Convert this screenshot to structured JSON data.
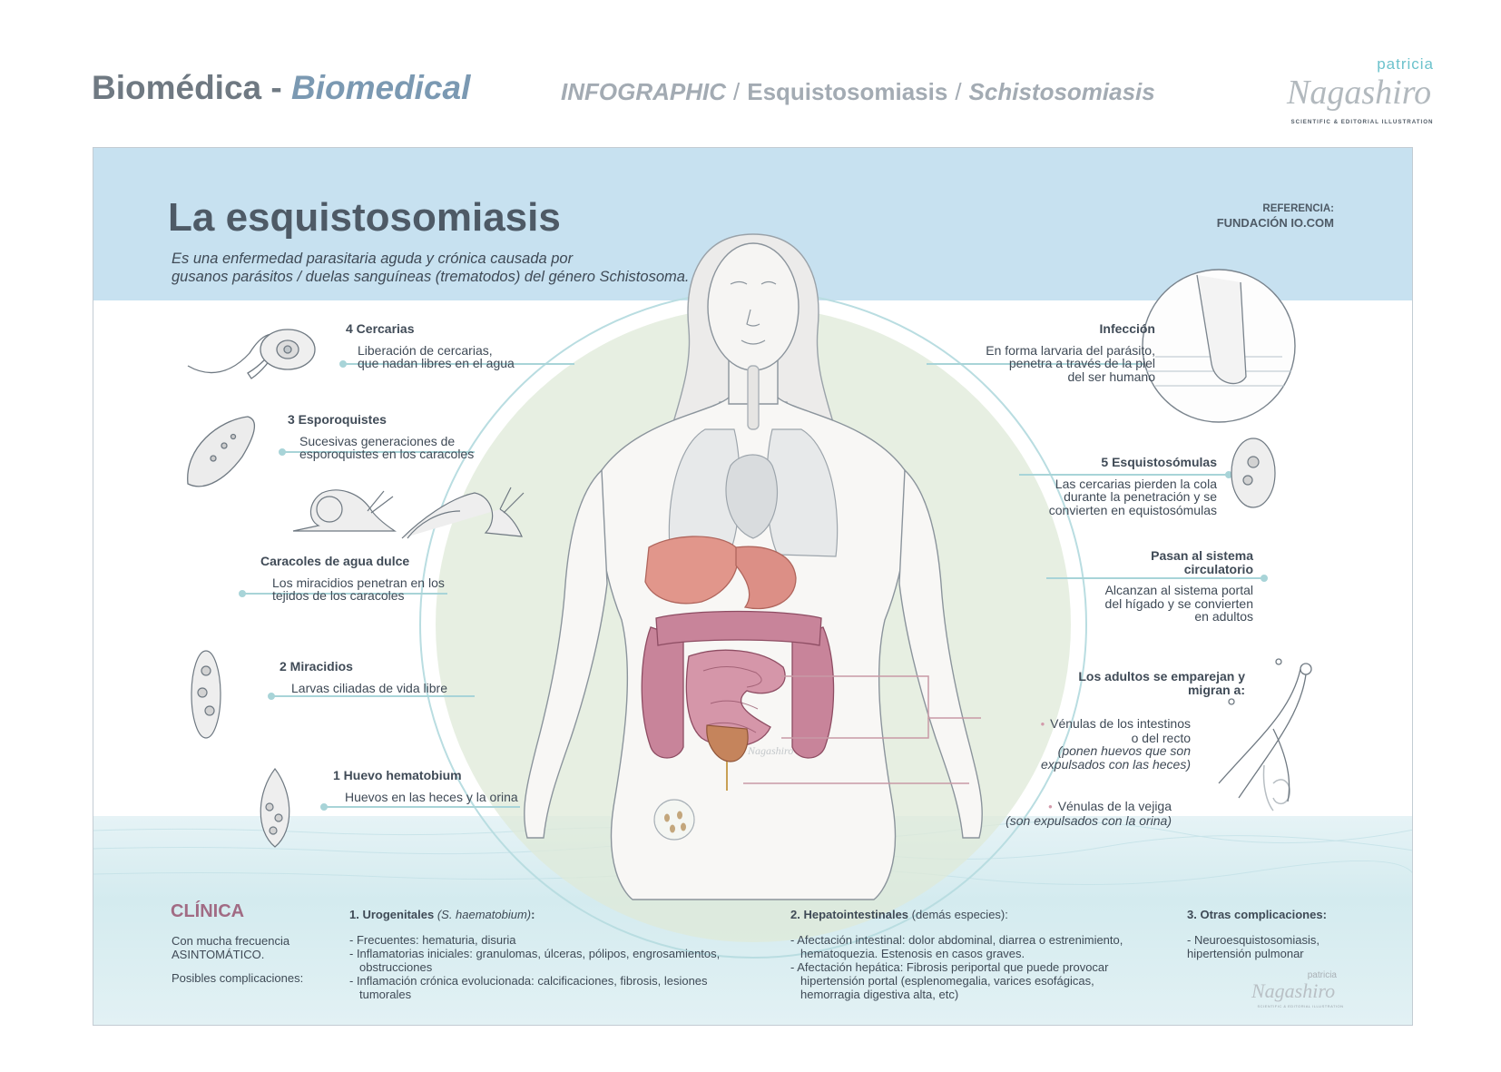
{
  "header": {
    "brand_es": "Biomédica - ",
    "brand_en": "Biomedical",
    "crumb_1": "INFOGRAPHIC",
    "crumb_2": "Esquistosomiasis",
    "crumb_3": "Schistosomiasis",
    "separator": "/"
  },
  "logo": {
    "first_name": "patricia",
    "last_name": "Nagashiro",
    "tagline": "SCIENTIFIC & EDITORIAL ILLUSTRATION"
  },
  "panel": {
    "title": "La esquistosomiasis",
    "subtitle_1": "Es una enfermedad parasitaria aguda y crónica causada por",
    "subtitle_2": "gusanos parásitos / duelas sanguíneas (trematodos) del género Schistosoma.",
    "reference_label": "REFERENCIA:",
    "reference_org": "FUNDACIÓN IO.COM"
  },
  "lifecycle": {
    "left": [
      {
        "label": "4 Cercarias",
        "desc_1": "Liberación de cercarias,",
        "desc_2": "que nadan libres en el agua",
        "icon": "cercaria-icon"
      },
      {
        "label": "3 Esporoquistes",
        "desc_1": "Sucesivas generaciones de",
        "desc_2": "esporoquistes en los caracoles",
        "icon": "sporocyst-icon"
      },
      {
        "label": "Caracoles de agua dulce",
        "desc_1": "Los miracidios penetran en los",
        "desc_2": "tejidos de los caracoles",
        "icon": "snail-icon"
      },
      {
        "label": "2 Miracidios",
        "desc_1": "Larvas ciliadas de vida libre",
        "icon": "miracidium-icon"
      },
      {
        "label": "1 Huevo hematobium",
        "desc_1": "Huevos en las heces y la orina",
        "icon": "egg-icon"
      }
    ],
    "right": [
      {
        "label": "Infección",
        "desc_1": "En forma larvaria del parásito,",
        "desc_2": "penetra a través de la piel",
        "desc_3": "del ser humano",
        "icon": "foot-in-water-icon"
      },
      {
        "label": "5 Esquistosómulas",
        "desc_1": "Las cercarias pierden la cola",
        "desc_2": "durante la penetración y se",
        "desc_3": "convierten en equistosómulas",
        "icon": "schistosomula-icon"
      },
      {
        "label_1": "Pasan al sistema",
        "label_2": "circulatorio",
        "desc_1": "Alcanzan al sistema portal",
        "desc_2": "del hígado y se convierten",
        "desc_3": "en adultos"
      },
      {
        "label_1": "Los adultos se emparejan y",
        "label_2": "migran a:",
        "dest_1_a": "Vénulas de los intestinos",
        "dest_1_b": "o del recto",
        "dest_1_note_a": "(ponen huevos que son",
        "dest_1_note_b": "expulsados con las heces)",
        "dest_2_a": "Vénulas de la vejiga",
        "dest_2_note_a": "(son expulsados con la orina)",
        "bullet": "•",
        "icon": "adult-worms-icon"
      }
    ]
  },
  "clinical": {
    "title": "CLÍNICA",
    "freq_1": "Con mucha frecuencia",
    "freq_2": "ASINTOMÁTICO.",
    "complications": "Posibles complicaciones:",
    "col_1": {
      "head": "1. Urogenitales ",
      "head_species": "(S. haematobium)",
      "head_colon": ":",
      "items": [
        "- Frecuentes: hematuria, disuria",
        "- Inflamatorias iniciales: granulomas, úlceras, pólipos, engrosamientos, obstrucciones",
        "- Inflamación crónica evolucionada: calcificaciones, fibrosis, lesiones tumorales"
      ]
    },
    "col_2": {
      "head": "2. Hepatointestinales ",
      "head_note": "(demás especies):",
      "items": [
        "- Afectación intestinal: dolor abdominal, diarrea o estrenimiento, hematoquezia. Estenosis en casos graves.",
        "- Afectación hepática: Fibrosis periportal que puede provocar hipertensión portal (esplenomegalia, varices esofágicas, hemorragia digestiva alta, etc)"
      ]
    },
    "col_3": {
      "head": "3. Otras complicaciones:",
      "items": [
        "- Neuroesquistosomiasis, hipertensión pulmonar"
      ]
    }
  },
  "colors": {
    "sky_band": "#c7e1f0",
    "halo": "#dfe9d8",
    "connector": "#a8d4d8",
    "accent_mauve": "#a16b84",
    "bullet_pink": "#d39aab"
  }
}
